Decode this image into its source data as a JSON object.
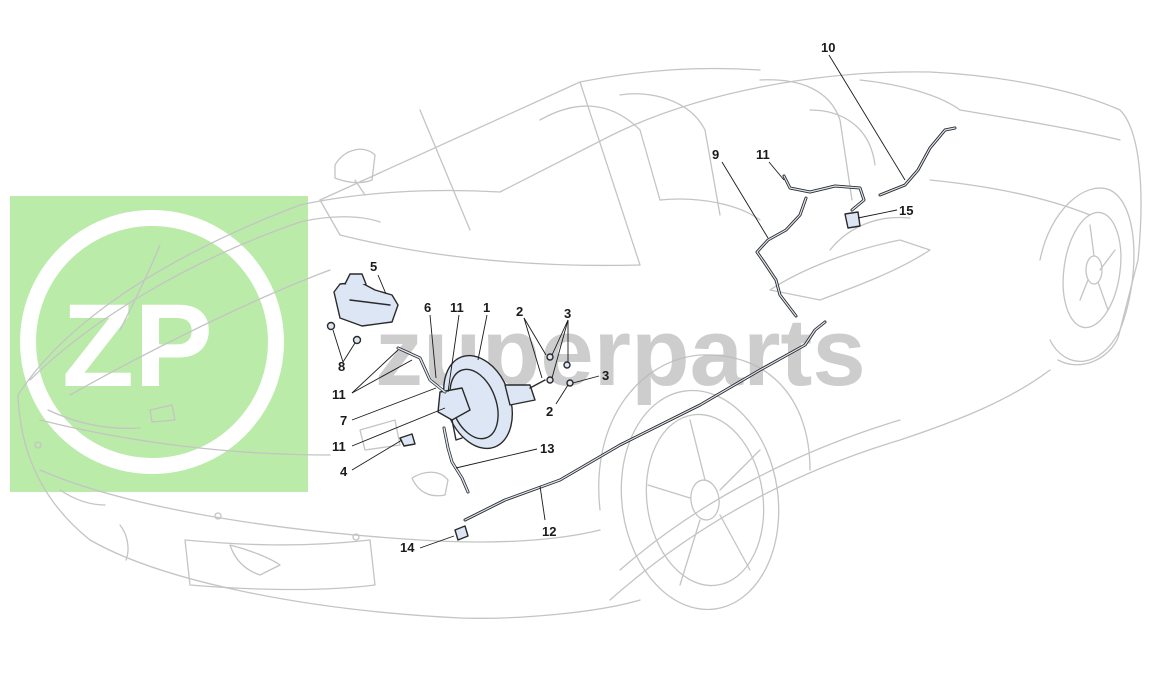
{
  "watermark": {
    "logo_text": "ZP",
    "brand_text": "zuperparts",
    "logo_color": "#aee79a",
    "text_color": "#b9b9b9"
  },
  "diagram": {
    "line_color": "#c4c4c4",
    "part_fill": "#dde6f4",
    "callout_color": "#1a1a1a",
    "callouts": [
      "1",
      "2",
      "3",
      "4",
      "5",
      "6",
      "7",
      "8",
      "9",
      "10",
      "11",
      "12",
      "13",
      "14",
      "15"
    ]
  },
  "labels": {
    "n1": "1",
    "n2a": "2",
    "n2b": "2",
    "n3a": "3",
    "n3b": "3",
    "n4": "4",
    "n5": "5",
    "n6": "6",
    "n7": "7",
    "n8": "8",
    "n9": "9",
    "n10": "10",
    "n11a": "11",
    "n11b": "11",
    "n11c": "11",
    "n11d": "11",
    "n12": "12",
    "n13": "13",
    "n14": "14",
    "n15": "15"
  }
}
